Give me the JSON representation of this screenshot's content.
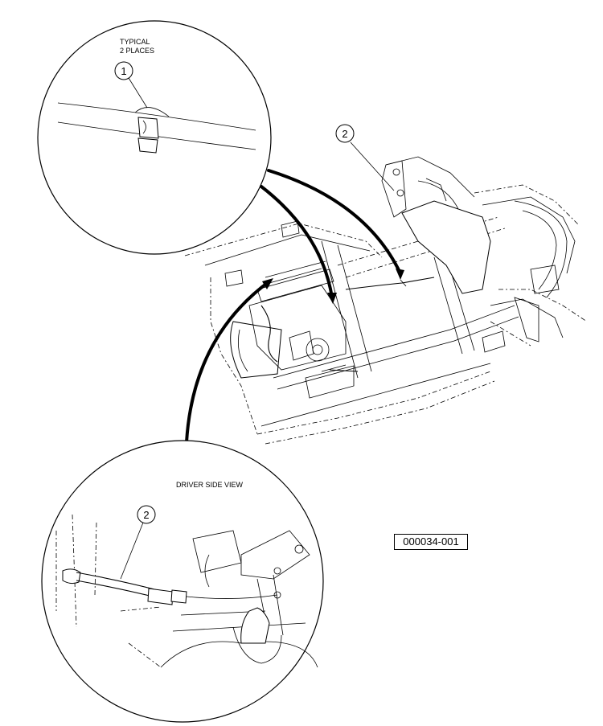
{
  "detail_top": {
    "note_line1": "TYPICAL",
    "note_line2": "2 PLACES",
    "balloon": "1"
  },
  "main_view": {
    "balloon": "2"
  },
  "detail_bottom": {
    "title": "DRIVER SIDE VIEW",
    "balloon": "2"
  },
  "part_number": "000034-001"
}
